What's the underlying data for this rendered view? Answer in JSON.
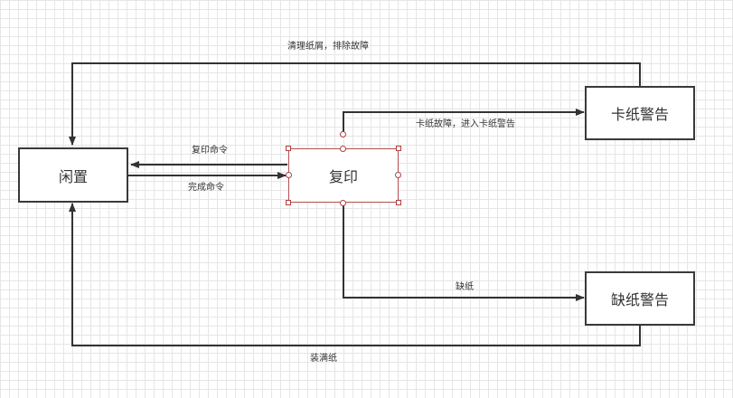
{
  "nodes": {
    "idle": "闲置",
    "copy": "复印",
    "jam_warning": "卡纸警告",
    "no_paper_warning": "缺纸警告"
  },
  "edges": {
    "copy_command": "复印命令",
    "done_command": "完成命令",
    "jam": "卡纸故障，进入卡纸警告",
    "clear_jam": "清理纸屑，排除故障",
    "out_of_paper": "缺纸",
    "refill_paper": "装满纸"
  },
  "colors": {
    "line": "#333333",
    "selection": "#b04040",
    "grid": "#e6e6e6"
  }
}
